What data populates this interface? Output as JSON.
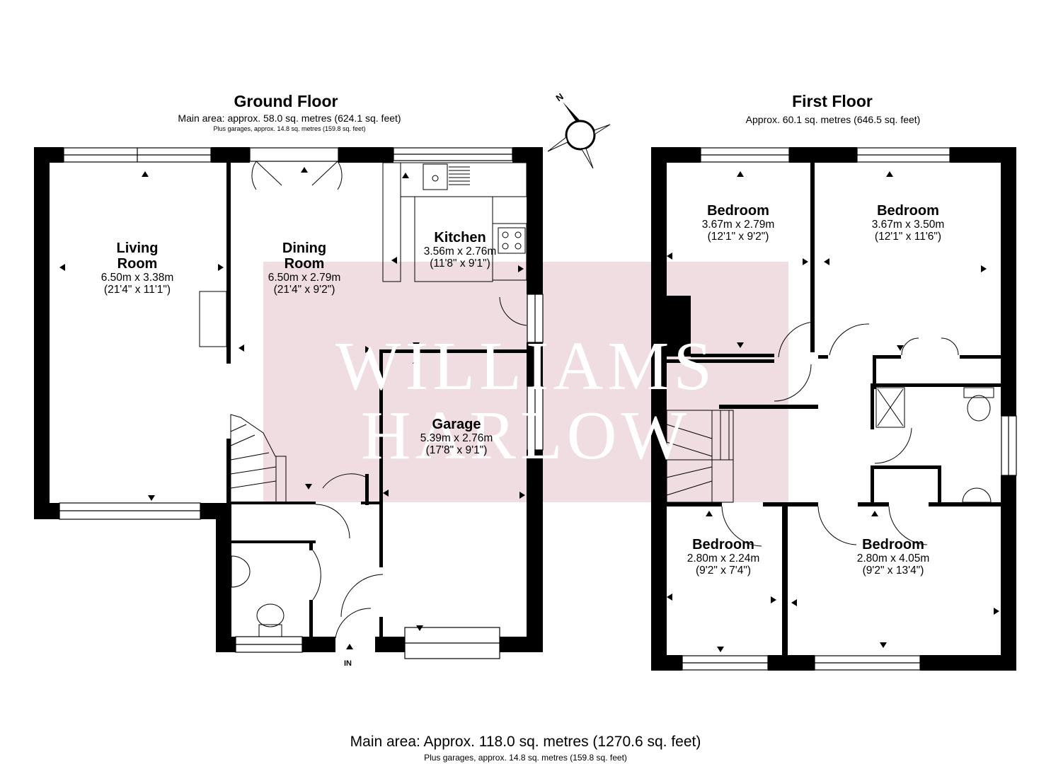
{
  "ground_floor": {
    "title": "Ground Floor",
    "area": "Main area: approx. 58.0 sq. metres (624.1 sq. feet)",
    "garage_note": "Plus garages, approx. 14.8 sq. metres (159.8 sq. feet)",
    "rooms": [
      {
        "name1": "Living",
        "name2": "Room",
        "metric": "6.50m x 3.38m",
        "imperial": "(21'4\" x 11'1\")"
      },
      {
        "name1": "Dining",
        "name2": "Room",
        "metric": "6.50m x 2.79m",
        "imperial": "(21'4\" x 9'2\")"
      },
      {
        "name1": "Kitchen",
        "metric": "3.56m x 2.76m",
        "imperial": "(11'8\" x 9'1\")"
      },
      {
        "name1": "Garage",
        "metric": "5.39m x 2.76m",
        "imperial": "(17'8\" x 9'1\")"
      }
    ],
    "entrance_label": "IN"
  },
  "first_floor": {
    "title": "First Floor",
    "area": "Approx. 60.1 sq. metres (646.5 sq. feet)",
    "rooms": [
      {
        "name1": "Bedroom",
        "metric": "3.67m x 2.79m",
        "imperial": "(12'1\" x 9'2\")"
      },
      {
        "name1": "Bedroom",
        "metric": "3.67m x 3.50m",
        "imperial": "(12'1\" x 11'6\")"
      },
      {
        "name1": "Bedroom",
        "metric": "2.80m x 2.24m",
        "imperial": "(9'2\" x 7'4\")"
      },
      {
        "name1": "Bedroom",
        "metric": "2.80m x 4.05m",
        "imperial": "(9'2\" x 13'4\")"
      }
    ]
  },
  "watermark": {
    "line1": "WILLIAMS",
    "line2": "HARLOW"
  },
  "compass_label": "N",
  "totals": {
    "main": "Main area: Approx. 118.0 sq. metres (1270.6 sq. feet)",
    "garages": "Plus garages, approx. 14.8 sq. metres (159.8 sq. feet)"
  },
  "colors": {
    "wall": "#000000",
    "watermark_tint": "#d6aab6"
  }
}
